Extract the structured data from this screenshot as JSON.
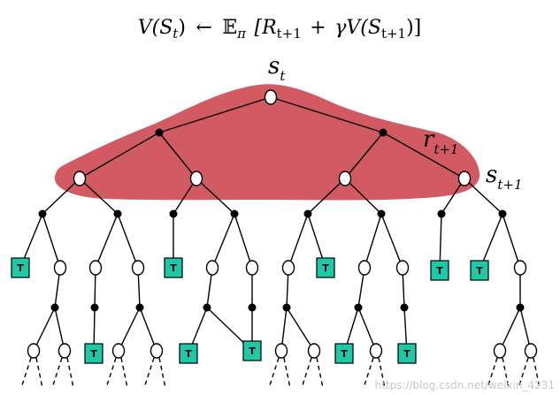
{
  "equation": {
    "lhs": "V(S",
    "lhs_sub": "t",
    "lhs_close": ")",
    "arrow": "←",
    "expect": "𝔼",
    "expect_sub": "π",
    "bracket_open": "[R",
    "r_sub": "t+1",
    "plus": "+",
    "gamma": "γV(S",
    "s_sub": "t+1",
    "bracket_close": ")]"
  },
  "labels": {
    "root_state": "s",
    "root_sub": "t",
    "reward": "r",
    "reward_sub": "t+1",
    "next_state": "s",
    "next_sub": "t+1",
    "terminal": "T"
  },
  "colors": {
    "highlight": "#d15a63",
    "terminal_fill": "#1fc9a8",
    "line": "#000000"
  },
  "watermark": "https://blog.csdn.net/weixin_4231"
}
